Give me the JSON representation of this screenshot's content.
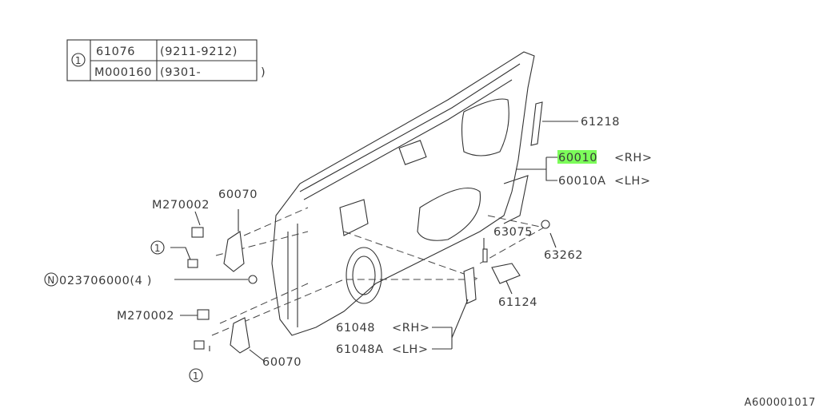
{
  "table": {
    "symbol": "1",
    "rows": [
      {
        "part": "61076",
        "range": "(9211-9212)"
      },
      {
        "part": "M000160",
        "range": "(9301-",
        "range_end": ")"
      }
    ]
  },
  "labels": {
    "p61218": "61218",
    "p60010": "60010",
    "p60010_side": "<RH>",
    "p60010A": "60010A",
    "p60010A_side": "<LH>",
    "m270002_top": "M270002",
    "p60070_top": "60070",
    "ref1_top": "1",
    "n_symbol": "N",
    "n_part": "023706000(4 )",
    "m270002_bottom": "M270002",
    "p60070_bottom": "60070",
    "ref1_bottom": "1",
    "p63075": "63075",
    "p63262": "63262",
    "p61124": "61124",
    "p61048": "61048",
    "p61048_side": "<RH>",
    "p61048A": "61048A",
    "p61048A_side": "<LH>"
  },
  "diagram_id": "A600001017",
  "highlight_color": "#7CFC5A"
}
